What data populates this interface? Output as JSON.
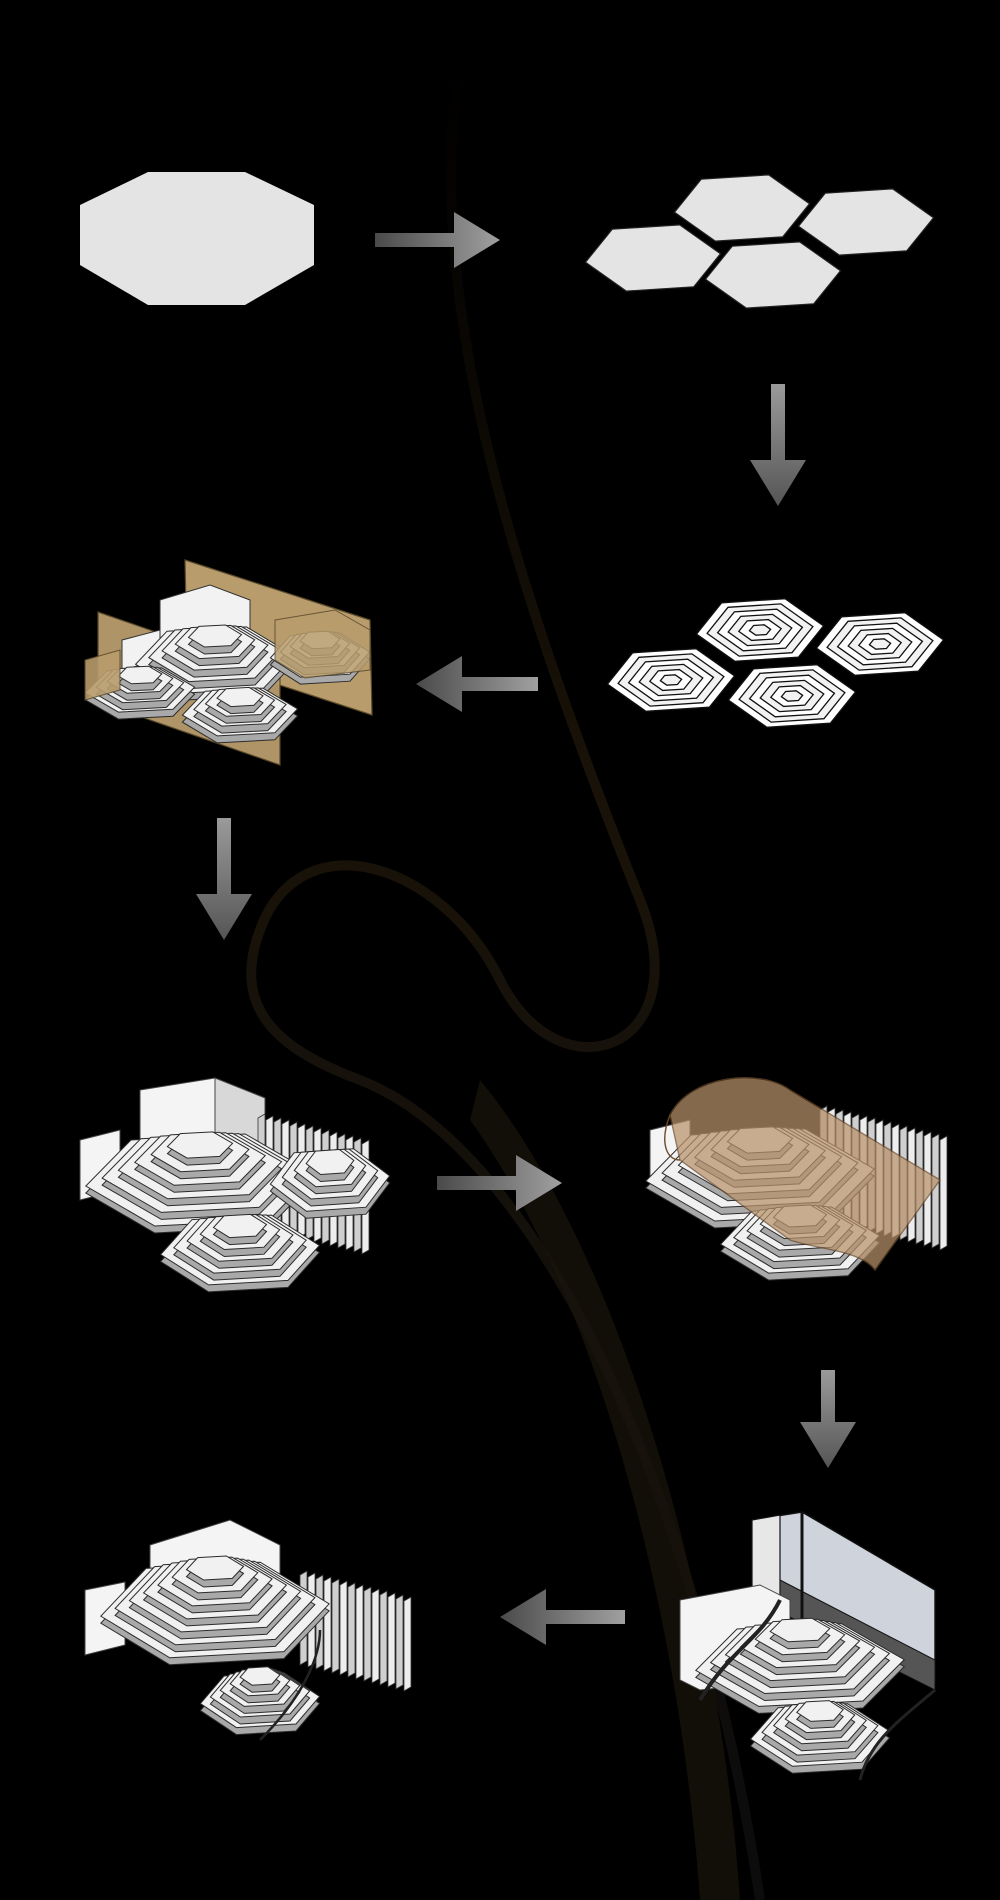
{
  "diagram": {
    "steps": [
      {
        "id": "step-1",
        "name": "octagon-footprint"
      },
      {
        "id": "step-2",
        "name": "hexagon-tiling"
      },
      {
        "id": "step-3",
        "name": "contour-offsets"
      },
      {
        "id": "step-4",
        "name": "extruded-terraces-with-walls"
      },
      {
        "id": "step-5",
        "name": "terraced-massing"
      },
      {
        "id": "step-6",
        "name": "massing-with-curved-envelope"
      },
      {
        "id": "step-7",
        "name": "massing-with-enclosure-and-cut"
      },
      {
        "id": "step-8",
        "name": "final-carved-terraces"
      }
    ],
    "flow": [
      "right",
      "down",
      "left",
      "down",
      "right",
      "down",
      "left"
    ]
  },
  "colors": {
    "background": "#000000",
    "plane_fill": "#e4e4e4",
    "terrace_light": "#f1f1f1",
    "terrace_shade": "#a9a9a9",
    "outline": "#2b2b2b",
    "wall_tan": "#b89c6c",
    "envelope_tan": "#b9926a",
    "arrow_light": "#9a9a9a",
    "arrow_dark": "#4a4a4a",
    "swirl": "#3a2a12"
  }
}
